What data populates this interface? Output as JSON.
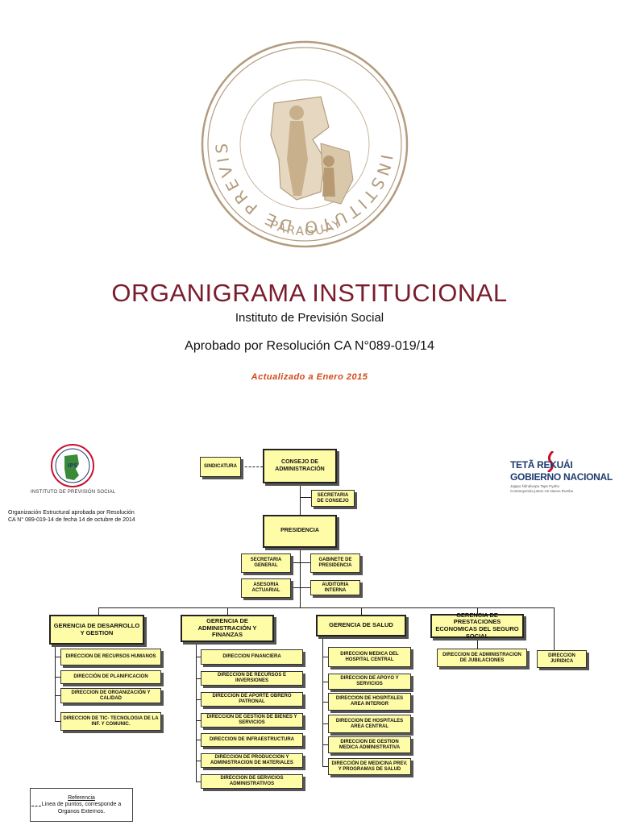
{
  "header": {
    "title": "ORGANIGRAMA INSTITUCIONAL",
    "subtitle": "Instituto de Previsión Social",
    "resolution": "Aprobado por Resolución CA N°089-019/14",
    "updated": "Actualizado a Enero 2015"
  },
  "seal": {
    "ring_text": "INSTITUTO DE PREVISION SOCIAL",
    "country": "PARAGUAY",
    "color": "#b39c7e"
  },
  "ips_logo": {
    "label": "INSTITUTO DE PREVISIÓN SOCIAL"
  },
  "gov_logo": {
    "line1": "TETÃ REKUÁI",
    "line2": "GOBIERNO NACIONAL",
    "tagline1": "Jajapo Ñõndivepa Tape Pyahu",
    "tagline2": "Construyendo juntos Un Nuevo Rumbo",
    "color": "#1f3b6e",
    "accent": "#c8102e"
  },
  "note": {
    "line1": "Organización Estructural aprobada por Resolución",
    "line2": "CA N° 089-019-14 de fecha 14 de octubre de 2014"
  },
  "org": {
    "sindicatura": "SINDICATURA",
    "consejo": "CONSEJO DE ADMINISTRACIÓN",
    "secretaria_consejo": "SECRETARIA DE CONSEJO",
    "presidencia": "PRESIDENCIA",
    "secretaria_general": "SECRETARIA GENERAL",
    "gabinete": "GABINETE DE PRESIDENCIA",
    "asesoria": "ASESORIA ACTUARIAL",
    "auditoria": "AUDITORIA INTERNA",
    "g_desarrollo": "GERENCIA DE DESARROLLO Y GESTION",
    "g_admin": "GERENCIA DE ADMINISTRACIÓN Y FINANZAS",
    "g_salud": "GERENCIA DE SALUD",
    "g_prestaciones": "GERENCIA DE PRESTACIONES ECONOMICAS DEL SEGURO SOCIAL",
    "dir_juridica": "DIRECCION JURIDICA",
    "desarrollo_items": [
      "DIRECCION DE RECURSOS HUMANOS",
      "DIRECCIÓN DE PLANIFICACION",
      "DIRECCION DE ORGANIZACIÓN Y CALIDAD",
      "DIRECCION DE TIC- TECNOLOGIA DE LA INF. Y COMUNIC."
    ],
    "admin_items": [
      "DIRECCION FINANCIERA",
      "DIRECCION DE RECURSOS E INVERSIONES",
      "DIRECCION DE APORTE OBRERO PATRONAL",
      "DIRECCION DE GESTION DE BIENES Y SERVICIOS",
      "DIRECCION DE INFRAESTRUCTURA",
      "DIRECCION DE PRODUCCION Y ADMINISTRACION DE MATERIALES",
      "DIRECCION DE SERVICIOS ADMINISTRATIVOS"
    ],
    "salud_items": [
      "DIRECCION MEDICA DEL HOSPITAL CENTRAL",
      "DIRECCION DE APOYO Y SERVICIOS",
      "DIRECCION DE HOSPITALES AREA INTERIOR",
      "DIRECCION DE HOSPITALES AREA CENTRAL",
      "DIRECCION DE GESTION MEDICA ADMINISTRATIVA",
      "DIRECCIÓN DE MEDICINA PREV. Y PROGRAMAS DE SALUD"
    ],
    "prestaciones_items": [
      "DIRECCION DE ADMINISTRACION DE JUBILACIONES"
    ]
  },
  "reference": {
    "title": "Referencia",
    "text": "Linea de puntos, corresponde a Organos Externos."
  },
  "colors": {
    "title": "#7a1c2c",
    "updated": "#d04a1a",
    "box_fill": "#fffca8"
  }
}
